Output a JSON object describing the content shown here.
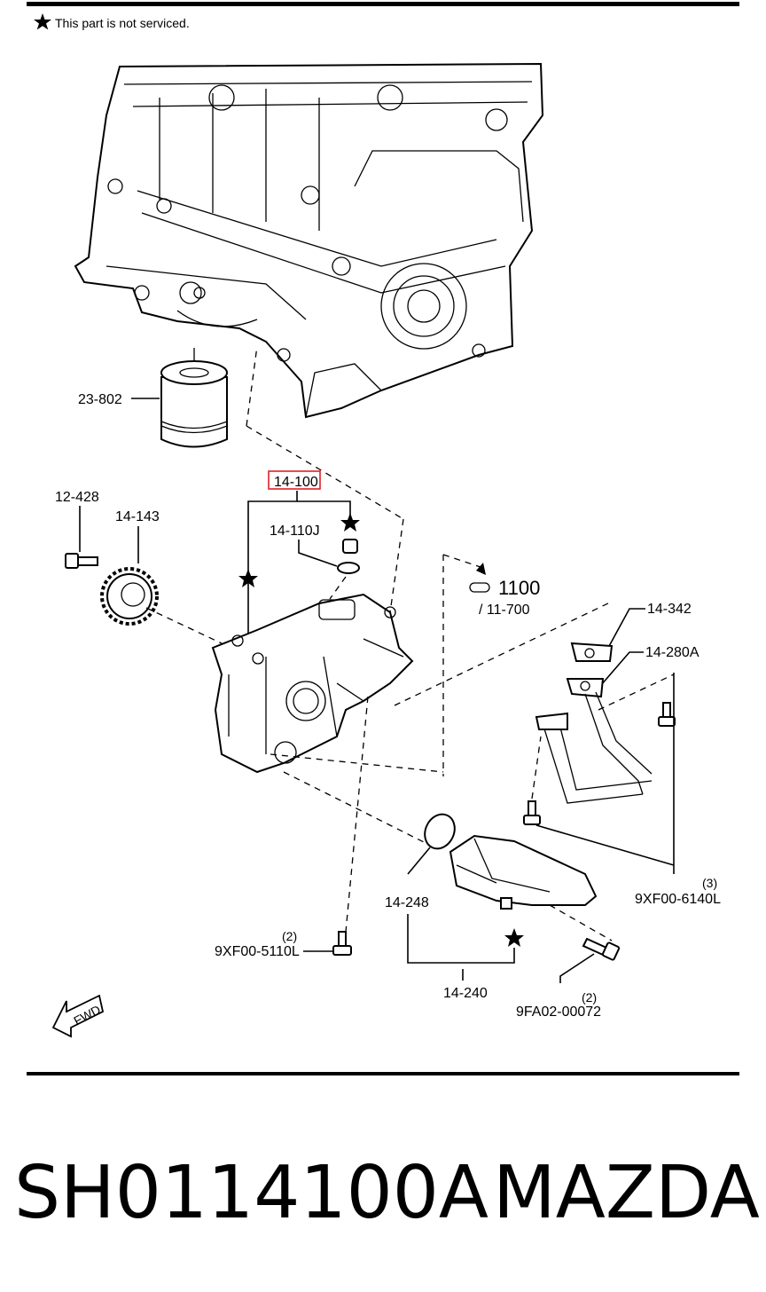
{
  "header": {
    "note": "This part is not serviced.",
    "note_icon": "star-icon"
  },
  "labels": {
    "oil_filter": "23-802",
    "oil_pump": "14-100",
    "sprocket_bolt": "12-428",
    "sprocket": "14-143",
    "pump_sub": "14-110J",
    "ref_group": "1100",
    "ref_subgroup": "/ 11-700",
    "gasket": "14-342",
    "pipe_gasket": "14-280A",
    "bolt_right": "9XF00-6140L",
    "bolt_right_qty": "(3)",
    "o_ring": "14-248",
    "bolt_left": "9XF00-5110L",
    "bolt_left_qty": "(2)",
    "strainer": "14-240",
    "bolt_bottom": "9FA02-00072",
    "bolt_bottom_qty": "(2)",
    "fwd": "FWD"
  },
  "highlight_color": "#e0202a",
  "caption": {
    "part_number": "SH0114100A",
    "brand": "MAZDA"
  }
}
